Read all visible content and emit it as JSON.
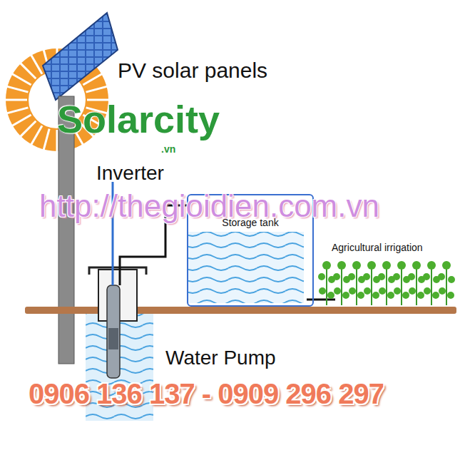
{
  "diagram": {
    "nodes": [
      {
        "text": [
          "Storage tank"
        ]
      }
    ],
    "labels": [
      "PV solar panels",
      "Solarcity",
      ".vn",
      "Inverter",
      "http://thegioidien.com.vn",
      "Agricultural irrigation",
      "Water Pump",
      "0906 136 137  - 0909 296 297"
    ]
  }
}
